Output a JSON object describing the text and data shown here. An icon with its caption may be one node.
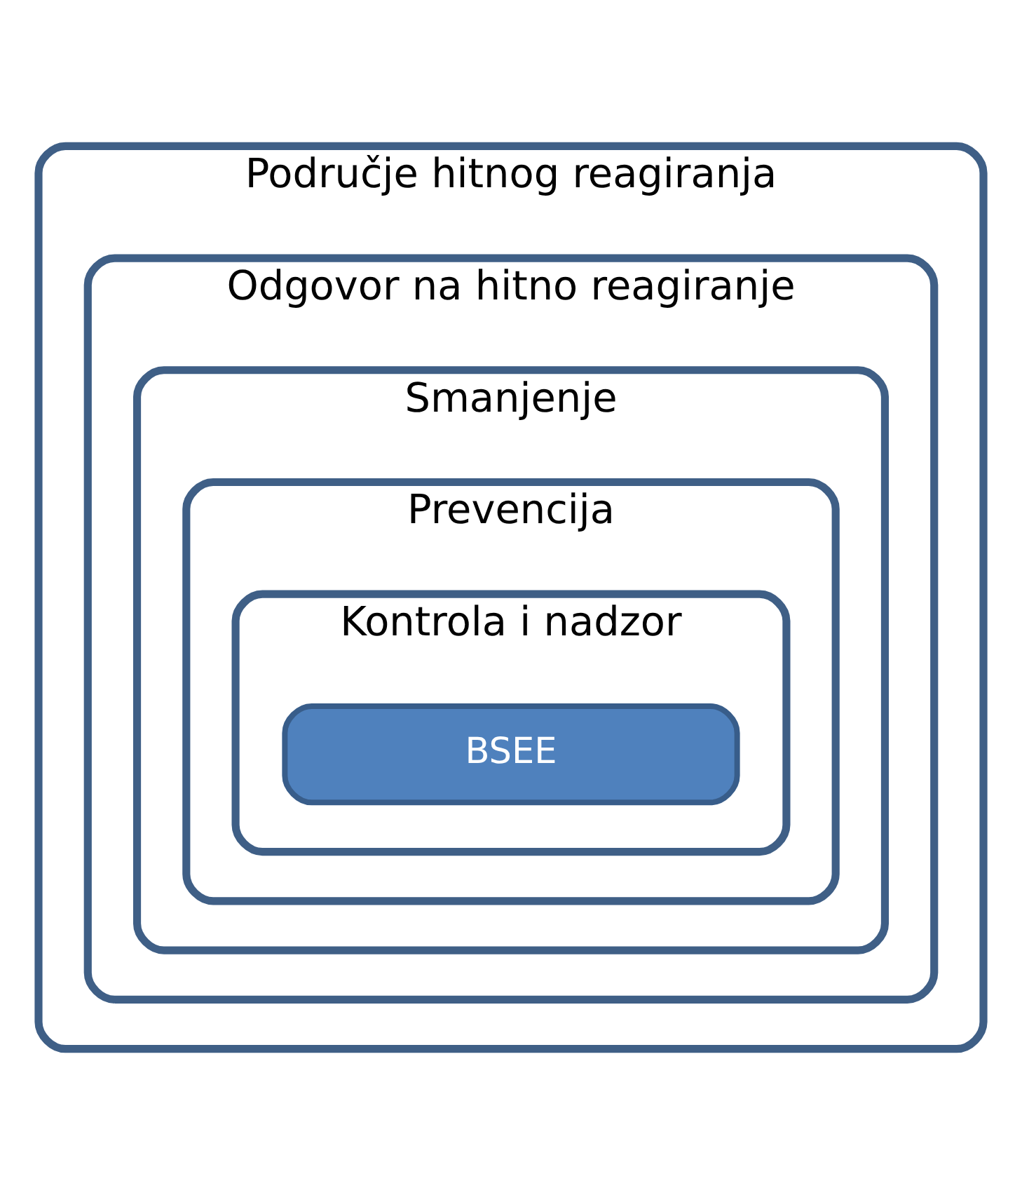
{
  "diagram": {
    "nodes": [
      {
        "text": [
          "Područje hitnog reagiranja"
        ]
      },
      {
        "text": [
          "Odgovor na hitno reagiranje"
        ],
        "in": 0
      },
      {
        "text": [
          "Smanjenje"
        ],
        "in": 1
      },
      {
        "text": [
          "Prevencija"
        ],
        "in": 2
      },
      {
        "text": [
          "Kontrola i nadzor"
        ],
        "in": 3
      },
      {
        "text": [
          "BSEE"
        ],
        "in": 4
      }
    ]
  }
}
